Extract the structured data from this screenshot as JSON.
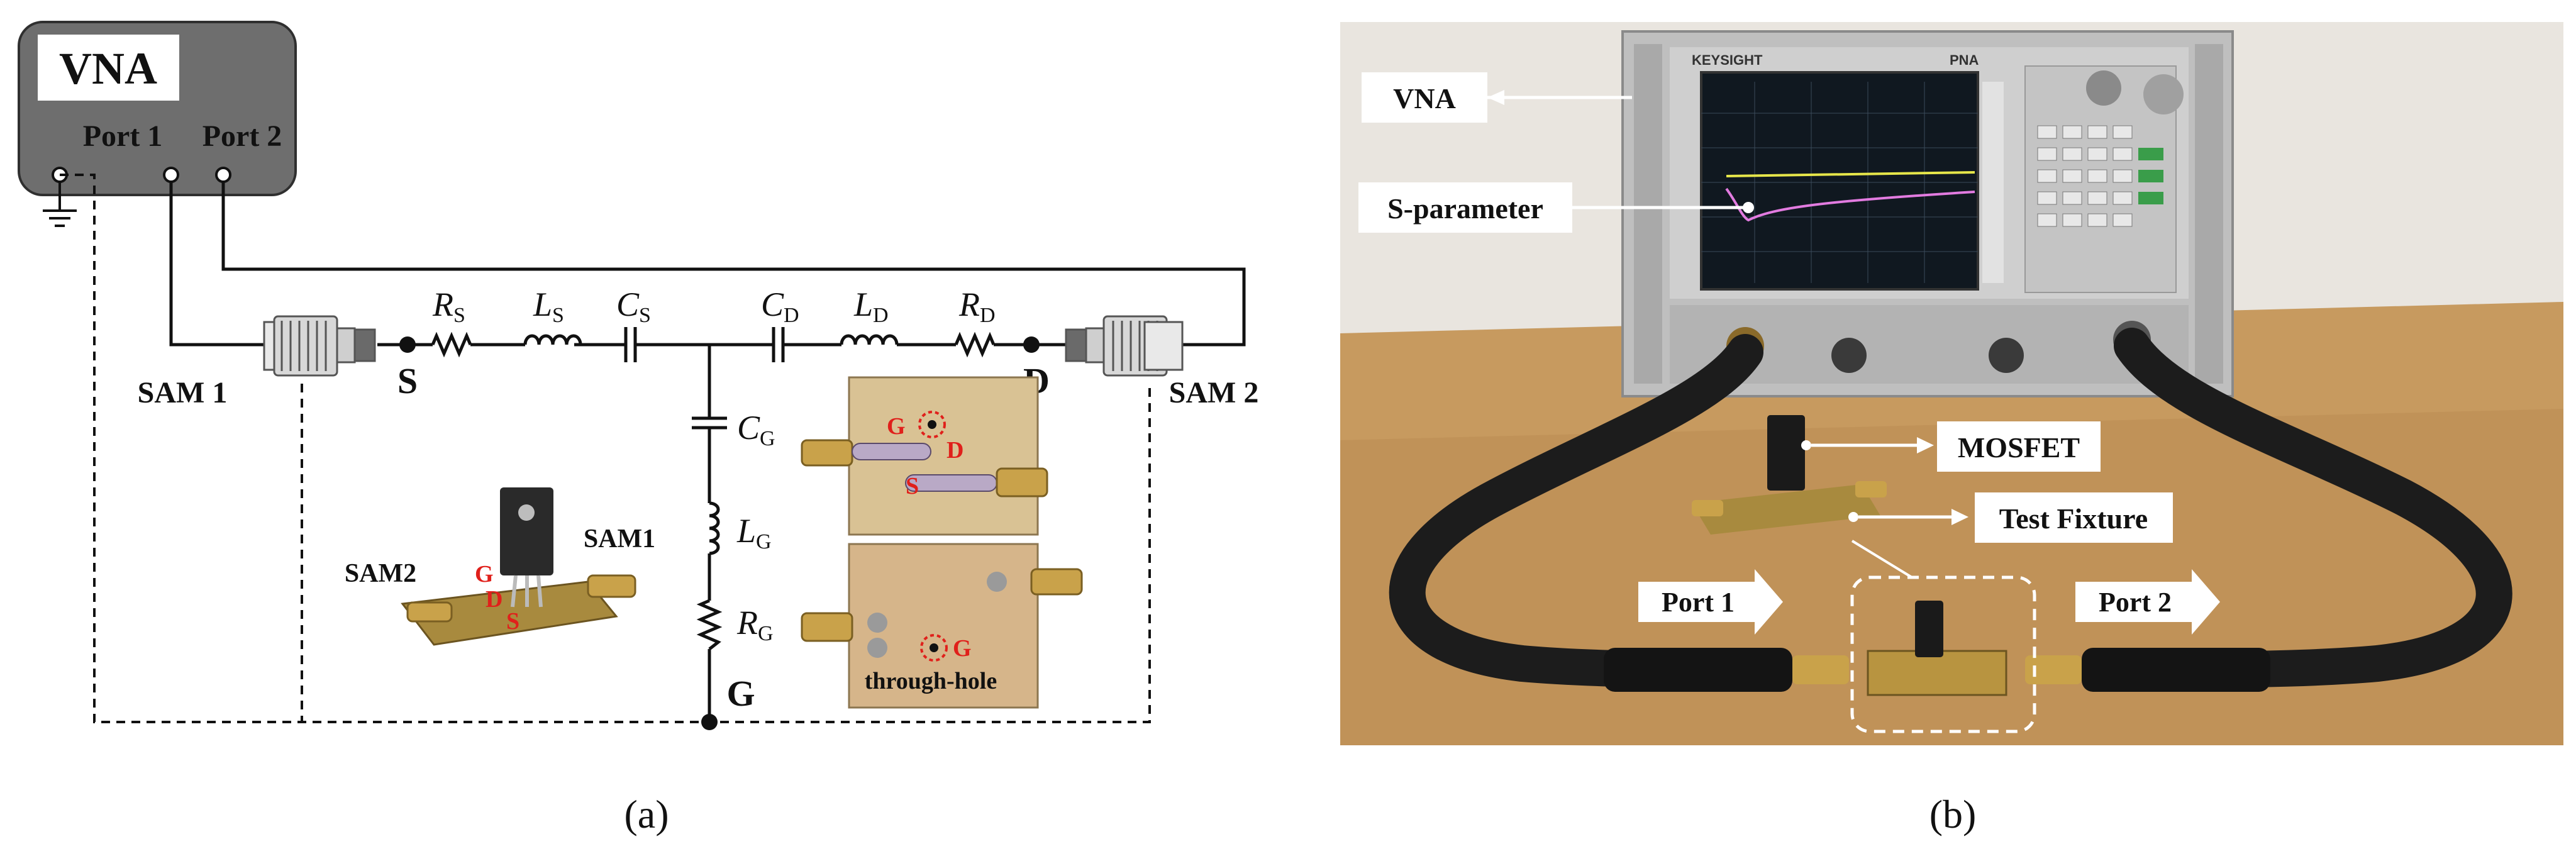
{
  "figure_a": {
    "vna": {
      "title": "VNA",
      "port1": "Port 1",
      "port2": "Port 2"
    },
    "adapters": {
      "left": "SAM 1",
      "right": "SAM 2"
    },
    "terminals": {
      "source": "S",
      "drain": "D",
      "gate": "G"
    },
    "components": {
      "rs": {
        "sym": "R",
        "sub": "S"
      },
      "ls": {
        "sym": "L",
        "sub": "S"
      },
      "cs": {
        "sym": "C",
        "sub": "S"
      },
      "cd": {
        "sym": "C",
        "sub": "D"
      },
      "ld": {
        "sym": "L",
        "sub": "D"
      },
      "rd": {
        "sym": "R",
        "sub": "D"
      },
      "cg": {
        "sym": "C",
        "sub": "G"
      },
      "lg": {
        "sym": "L",
        "sub": "G"
      },
      "rg": {
        "sym": "R",
        "sub": "G"
      }
    },
    "fixture_photo": {
      "sam2": "SAM2",
      "sam1": "SAM1",
      "pin_g": "G",
      "pin_d": "D",
      "pin_s": "S"
    },
    "pcb_top": {
      "pin_g": "G",
      "pin_d": "D",
      "pin_s": "S"
    },
    "pcb_bottom": {
      "pin_g": "G",
      "note": "through-hole"
    },
    "caption": "(a)"
  },
  "figure_b": {
    "callouts": {
      "vna": "VNA",
      "sparam": "S-parameter",
      "mosfet": "MOSFET",
      "fixture": "Test Fixture",
      "port1": "Port 1",
      "port2": "Port 2"
    },
    "instrument": {
      "brand": "KEYSIGHT",
      "model": "PNA"
    },
    "caption": "(b)"
  }
}
